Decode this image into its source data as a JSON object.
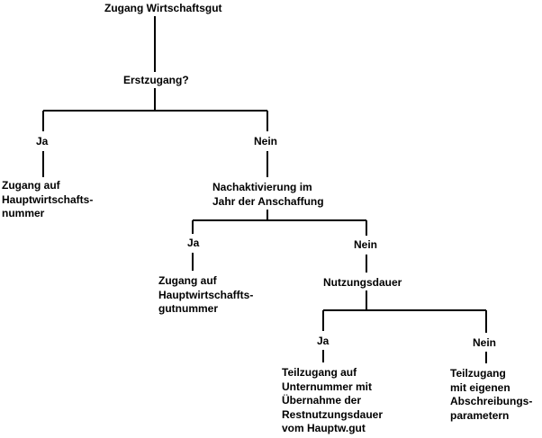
{
  "tree": {
    "root_title": "Zugang Wirtschaftsgut",
    "q1": "Erstzugang?",
    "q1_yes": "Ja",
    "q1_no": "Nein",
    "leaf_main": [
      "Zugang auf",
      "Hauptwirtschafts-",
      "nummer"
    ],
    "q2": [
      "Nachaktivierung im",
      "Jahr der Anschaffung"
    ],
    "q2_yes": "Ja",
    "q2_no": "Nein",
    "leaf_main2": [
      "Zugang auf",
      "Hauptwirtschaffts-",
      "gutnummer"
    ],
    "q3": "Nutzungsdauer",
    "q3_yes": "Ja",
    "q3_no": "Nein",
    "leaf_sub": [
      "Teilzugang auf",
      "Unternummer mit",
      "Übernahme der",
      "Restnutzungsdauer",
      "vom Hauptw.gut"
    ],
    "leaf_own": [
      "Teilzugang",
      "mit eigenen",
      "Abschreibungs-",
      "parametern"
    ]
  }
}
